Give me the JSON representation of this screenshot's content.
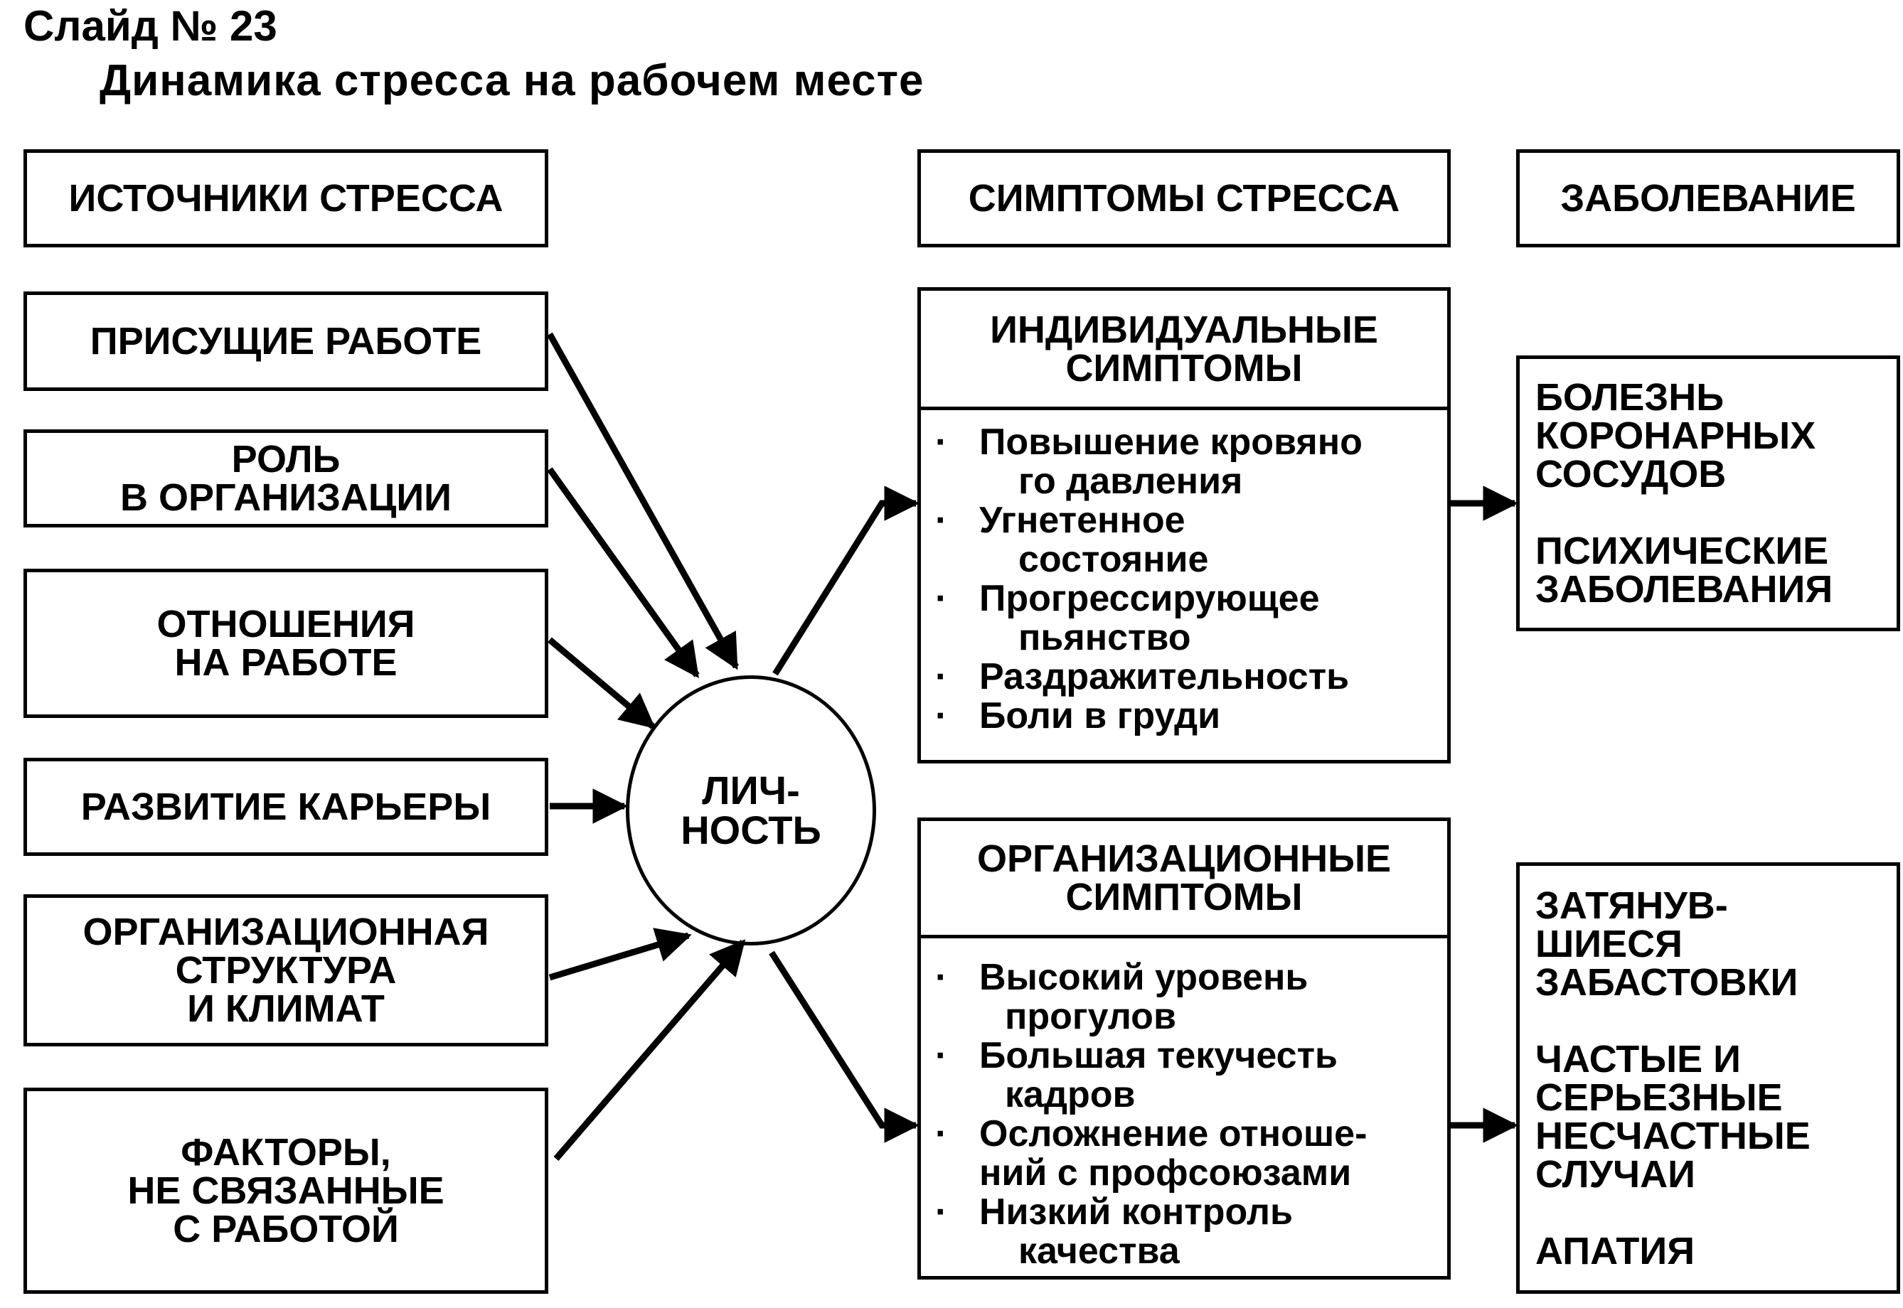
{
  "slide_label": "Слайд № 23",
  "title": "Динамика стресса на рабочем месте",
  "headers": {
    "sources": "ИСТОЧНИКИ СТРЕССА",
    "symptoms": "СИМПТОМЫ СТРЕССА",
    "disease": "ЗАБОЛЕВАНИЕ"
  },
  "sources": [
    "ПРИСУЩИЕ РАБОТЕ",
    "РОЛЬ\nВ ОРГАНИЗАЦИИ",
    "ОТНОШЕНИЯ\nНА РАБОТЕ",
    "РАЗВИТИЕ КАРЬЕРЫ",
    "ОРГАНИЗАЦИОННАЯ\nСТРУКТУРА\nИ КЛИМАТ",
    "ФАКТОРЫ,\nНЕ СВЯЗАННЫЕ\nС РАБОТОЙ"
  ],
  "center": "ЛИЧ-\nНОСТЬ",
  "individual": {
    "heading": "ИНДИВИДУАЛЬНЫЕ\nСИМПТОМЫ",
    "bullet": "·",
    "items": [
      {
        "l1": "Повышение кровяно",
        "l2": "го давления"
      },
      {
        "l1": "Угнетенное",
        "l2": "состояние"
      },
      {
        "l1": "Прогрессирующее",
        "l2": "пьянство"
      },
      {
        "l1": "Раздражительность",
        "l2": ""
      },
      {
        "l1": "Боли в груди",
        "l2": ""
      }
    ]
  },
  "organizational": {
    "heading": "ОРГАНИЗАЦИОННЫЕ\nСИМПТОМЫ",
    "bullet": "·",
    "items": [
      {
        "l1": "Высокий уровень",
        "l2": "прогулов"
      },
      {
        "l1": "Большая текучесть",
        "l2": "кадров"
      },
      {
        "l1": "Осложнение отноше-",
        "l2": "ний с профсоюзами"
      },
      {
        "l1": "Низкий контроль",
        "l2": "качества"
      }
    ]
  },
  "disease_individual": "БОЛЕЗНЬ\nКОРОНАРНЫХ\nСОСУДОВ\n\nПСИХИЧЕСКИЕ\nЗАБОЛЕВАНИЯ",
  "disease_organizational": "ЗАТЯНУВ-\nШИЕСЯ\nЗАБАСТОВКИ\n\nЧАСТЫЕ И\nСЕРЬЕЗНЫЕ\nНЕСЧАСТНЫЕ\nСЛУЧАИ\n\nАПАТИЯ"
}
